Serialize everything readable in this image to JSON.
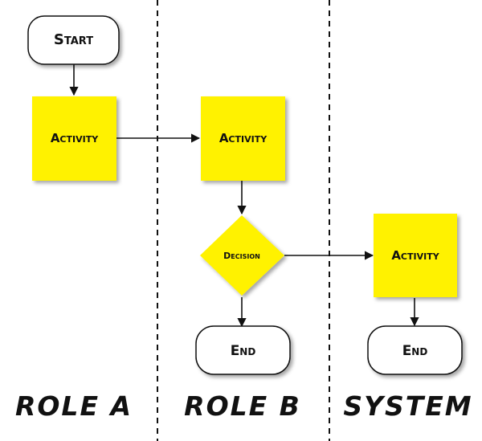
{
  "nodes": {
    "start": "Start",
    "activity_a": "Activity",
    "activity_b": "Activity",
    "decision": "Decision",
    "end_b": "End",
    "activity_system": "Activity",
    "end_system": "End"
  },
  "lanes": {
    "role_a": "Role A",
    "role_b": "Role B",
    "system": "System"
  },
  "colors": {
    "sticky": "#fff200",
    "terminal_fill": "#ffffff",
    "line": "#111111"
  }
}
